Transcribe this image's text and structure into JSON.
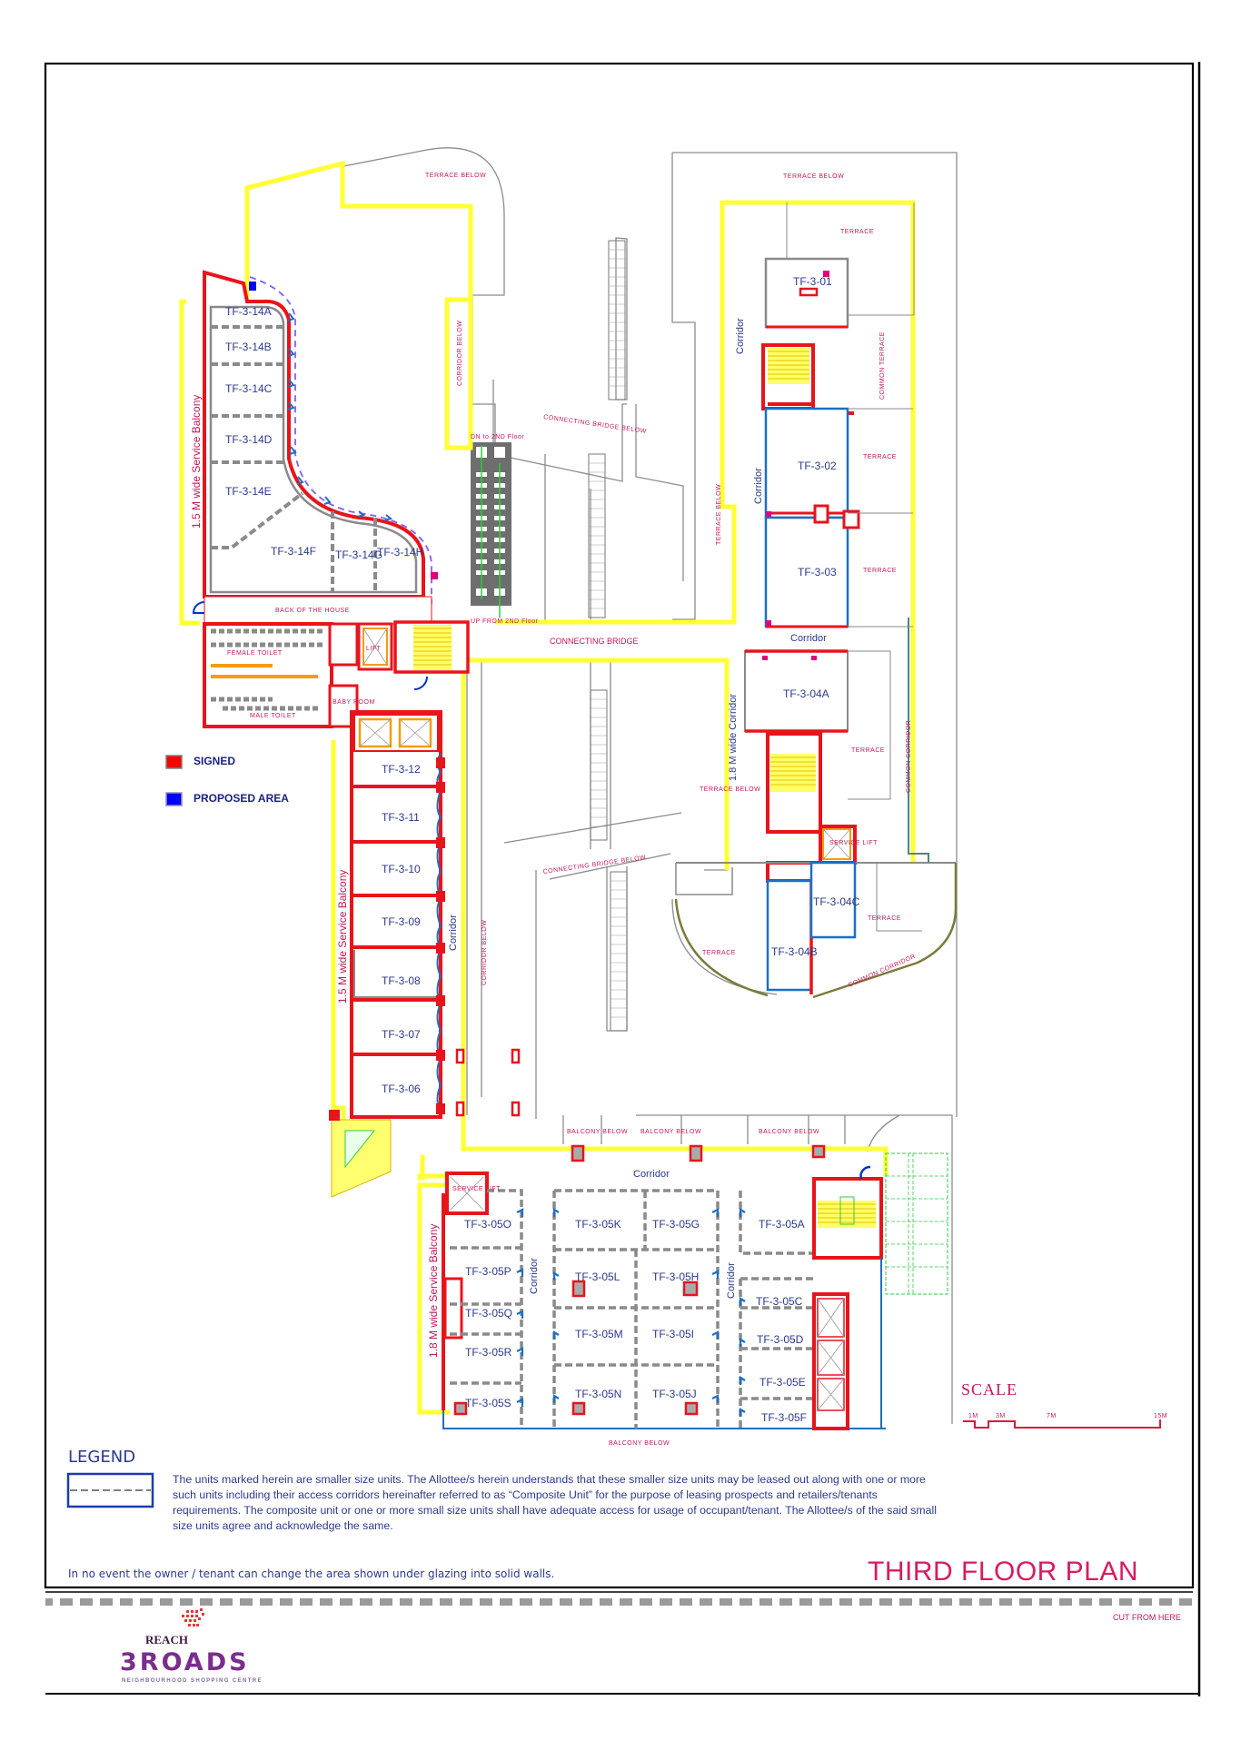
{
  "title": "THIRD FLOOR PLAN",
  "key": {
    "signed": {
      "label": "SIGNED",
      "color": "#ff0000"
    },
    "proposed": {
      "label": "PROPOSED AREA",
      "color": "#0000ff"
    }
  },
  "colors": {
    "yellow_boundary": "#ffff3c",
    "signed_wall": "#e8141c",
    "glazing_blue": "#2b6cb8",
    "partition_grey": "#8a8a8a",
    "label_magenta": "#c2185b",
    "unit_text": "#2b3a8c"
  },
  "units": {
    "west_block": [
      "TF-3-14A",
      "TF-3-14B",
      "TF-3-14C",
      "TF-3-14D",
      "TF-3-14E",
      "TF-3-14F",
      "TF-3-14G",
      "TF-3-14H"
    ],
    "west_strip": [
      "TF-3-12",
      "TF-3-11",
      "TF-3-10",
      "TF-3-09",
      "TF-3-08",
      "TF-3-07",
      "TF-3-06"
    ],
    "east_block": [
      "TF-3-01",
      "TF-3-02",
      "TF-3-03",
      "TF-3-04A",
      "TF-3-04B",
      "TF-3-04C"
    ],
    "south_block": [
      "TF-3-05A",
      "TF-3-05C",
      "TF-3-05D",
      "TF-3-05E",
      "TF-3-05F",
      "TF-3-05G",
      "TF-3-05H",
      "TF-3-05I",
      "TF-3-05J",
      "TF-3-05K",
      "TF-3-05L",
      "TF-3-05M",
      "TF-3-05N",
      "TF-3-05O",
      "TF-3-05P",
      "TF-3-05Q",
      "TF-3-05R",
      "TF-3-05S"
    ]
  },
  "labels": {
    "terrace_below": "TERRACE BELOW",
    "terrace": "TERRACE",
    "common_terrace": "COMMON TERRACE",
    "common_corridor": "COMMON CORRIDOR",
    "corridor": "Corridor",
    "corridor_below": "CORRIDOR BELOW",
    "connecting_bridge": "CONNECTING BRIDGE",
    "connecting_bridge_below": "CONNECTING BRIDGE BELOW",
    "back_of_house": "BACK OF THE HOUSE",
    "female_toilet": "FEMALE TOILET",
    "male_toilet": "MALE TOILET",
    "baby_room": "BABY ROOM",
    "lift": "LIFT",
    "service_lift": "SERVICE LIFT",
    "up": "UP",
    "dn": "DN",
    "dn_to_2nd": "DN to 2ND Floor",
    "up_from_2nd": "UP FROM 2ND Floor",
    "balcony_below": "BALCONY BELOW",
    "service_balcony_15": "1.5 M wide Service Balcony",
    "service_balcony_18": "1.8 M wide Service Balcony",
    "corridor_18": "1.8 M wide Corridor"
  },
  "scale": {
    "title": "SCALE",
    "ticks": [
      "1M",
      "3M",
      "7M",
      "15M"
    ]
  },
  "legend": {
    "title": "LEGEND",
    "text": "The units marked herein are smaller size units.  The Allottee/s herein understands that these smaller size units may be leased out along with one or more such units including their access corridors hereinafter referred to as “Composite Unit” for the purpose of leasing prospects and retailers/tenants requirements.  The composite unit or one or more small size units shall have adequate access for usage of occupant/tenant.  The Allottee/s of the said small size units agree and acknowledge the same."
  },
  "glazing_note": "In no event the owner / tenant can change the area shown under glazing into solid walls.",
  "cut_label": "CUT FROM HERE",
  "brand": {
    "reach": "REACH",
    "name": "3ROADS",
    "tagline": "NEIGHBOURHOOD SHOPPING CENTRE"
  }
}
